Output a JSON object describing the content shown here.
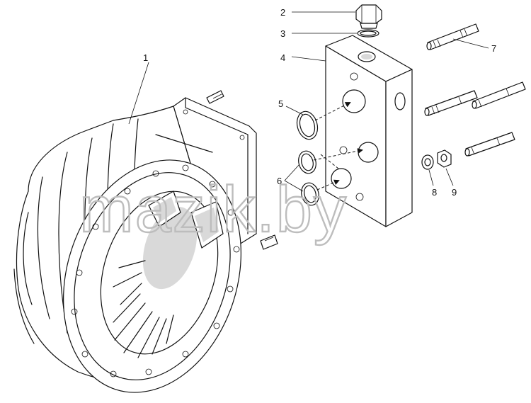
{
  "callouts": [
    {
      "id": "1",
      "label": "1"
    },
    {
      "id": "2",
      "label": "2"
    },
    {
      "id": "3",
      "label": "3"
    },
    {
      "id": "4",
      "label": "4"
    },
    {
      "id": "5",
      "label": "5"
    },
    {
      "id": "6",
      "label": "6"
    },
    {
      "id": "7",
      "label": "7"
    },
    {
      "id": "8",
      "label": "8"
    },
    {
      "id": "9",
      "label": "9"
    }
  ],
  "watermark": {
    "text": "mazik.by"
  }
}
